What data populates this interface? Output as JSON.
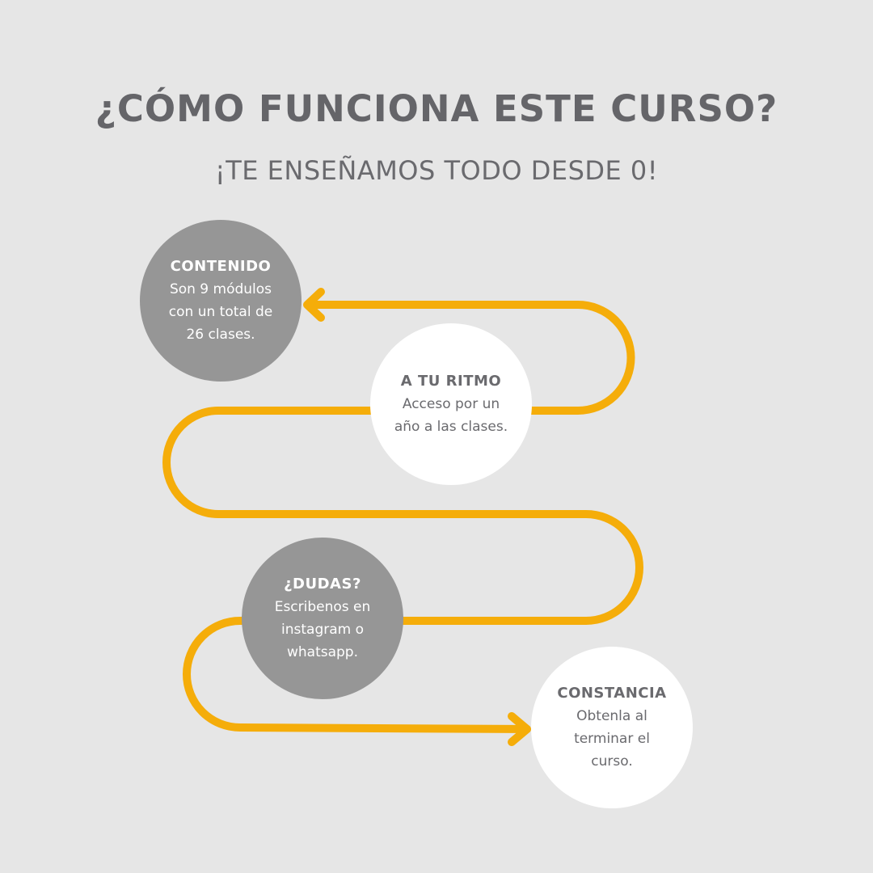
{
  "title": "¿CÓMO FUNCIONA ESTE CURSO?",
  "subtitle": "¡TE ENSEÑAMOS TODO DESDE 0!",
  "colors": {
    "background": "#e6e6e6",
    "accent": "#f5ad0a",
    "gray_circle": "#969696",
    "text": "#656569"
  },
  "steps": [
    {
      "heading": "CONTENIDO",
      "lines": [
        "Son 9 módulos",
        "con un total de",
        "26 clases."
      ]
    },
    {
      "heading": "A TU RITMO",
      "lines": [
        "Acceso por un",
        "año a las clases."
      ]
    },
    {
      "heading": "¿DUDAS?",
      "lines": [
        "Escribenos en",
        "instagram o",
        "whatsapp."
      ]
    },
    {
      "heading": "CONSTANCIA",
      "lines": [
        "Obtenla al",
        "terminar el",
        "curso."
      ]
    }
  ]
}
